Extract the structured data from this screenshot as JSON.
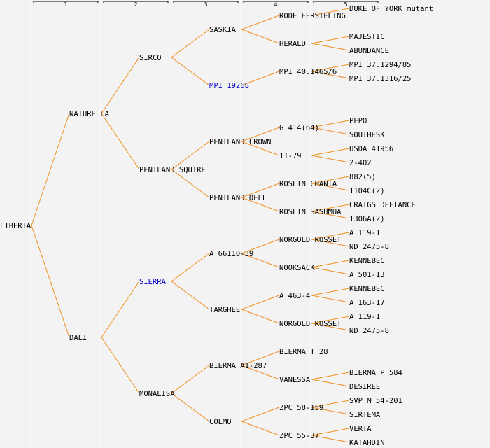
{
  "colors": {
    "background": "#f3f3f3",
    "separator": "#ffffff",
    "branch": "#f0901e",
    "text": "#000000",
    "highlight": "#0000cc",
    "bracket": "#000000"
  },
  "columns": [
    "1",
    "2",
    "3",
    "4",
    "5"
  ],
  "pedigree": {
    "name": "LIBERTA",
    "children": [
      {
        "name": "NATURELLA",
        "children": [
          {
            "name": "SIRCO",
            "children": [
              {
                "name": "SASKIA",
                "children": [
                  {
                    "name": "RODE EERSTELING",
                    "children": [
                      {
                        "name": "DUKE OF YORK mutant"
                      }
                    ]
                  },
                  {
                    "name": "HERALD",
                    "children": [
                      {
                        "name": "MAJESTIC"
                      },
                      {
                        "name": "ABUNDANCE"
                      }
                    ]
                  }
                ]
              },
              {
                "name": "MPI 19268",
                "highlight": true,
                "children": [
                  {
                    "name": "MPI 40.1465/6",
                    "children": [
                      {
                        "name": "MPI 37.1294/85"
                      },
                      {
                        "name": "MPI 37.1316/25"
                      }
                    ]
                  }
                ]
              }
            ]
          },
          {
            "name": "PENTLAND SQUIRE",
            "children": [
              {
                "name": "PENTLAND CROWN",
                "children": [
                  {
                    "name": "G 414(64)",
                    "children": [
                      {
                        "name": "PEPO"
                      },
                      {
                        "name": "SOUTHESK"
                      }
                    ]
                  },
                  {
                    "name": "11-79",
                    "children": [
                      {
                        "name": "USDA 41956"
                      },
                      {
                        "name": "2-402"
                      }
                    ]
                  }
                ]
              },
              {
                "name": "PENTLAND DELL",
                "children": [
                  {
                    "name": "ROSLIN CHANIA",
                    "children": [
                      {
                        "name": "882(5)"
                      },
                      {
                        "name": "1104C(2)"
                      }
                    ]
                  },
                  {
                    "name": "ROSLIN SASUMUA",
                    "children": [
                      {
                        "name": "CRAIGS DEFIANCE"
                      },
                      {
                        "name": "1306A(2)"
                      }
                    ]
                  }
                ]
              }
            ]
          }
        ]
      },
      {
        "name": "DALI",
        "children": [
          {
            "name": "SIERRA",
            "highlight": true,
            "children": [
              {
                "name": "A 66110-39",
                "children": [
                  {
                    "name": "NORGOLD RUSSET",
                    "children": [
                      {
                        "name": "A 119-1"
                      },
                      {
                        "name": "ND 2475-8"
                      }
                    ]
                  },
                  {
                    "name": "NOOKSACK",
                    "children": [
                      {
                        "name": "KENNEBEC"
                      },
                      {
                        "name": "A 501-13"
                      }
                    ]
                  }
                ]
              },
              {
                "name": "TARGHEE",
                "children": [
                  {
                    "name": "A 463-4",
                    "children": [
                      {
                        "name": "KENNEBEC"
                      },
                      {
                        "name": "A 163-17"
                      }
                    ]
                  },
                  {
                    "name": "NORGOLD RUSSET",
                    "children": [
                      {
                        "name": "A 119-1"
                      },
                      {
                        "name": "ND 2475-8"
                      }
                    ]
                  }
                ]
              }
            ]
          },
          {
            "name": "MONALISA",
            "children": [
              {
                "name": "BIERMA A1-287",
                "children": [
                  {
                    "name": "BIERMA T 28"
                  },
                  {
                    "name": "VANESSA",
                    "children": [
                      {
                        "name": "BIERMA P 584"
                      },
                      {
                        "name": "DESIREE"
                      }
                    ]
                  }
                ]
              },
              {
                "name": "COLMO",
                "children": [
                  {
                    "name": "ZPC 58-159",
                    "children": [
                      {
                        "name": "SVP M 54-201"
                      },
                      {
                        "name": "SIRTEMA"
                      }
                    ]
                  },
                  {
                    "name": "ZPC 55-37",
                    "children": [
                      {
                        "name": "VERTA"
                      },
                      {
                        "name": "KATAHDIN"
                      }
                    ]
                  }
                ]
              }
            ]
          }
        ]
      }
    ]
  }
}
